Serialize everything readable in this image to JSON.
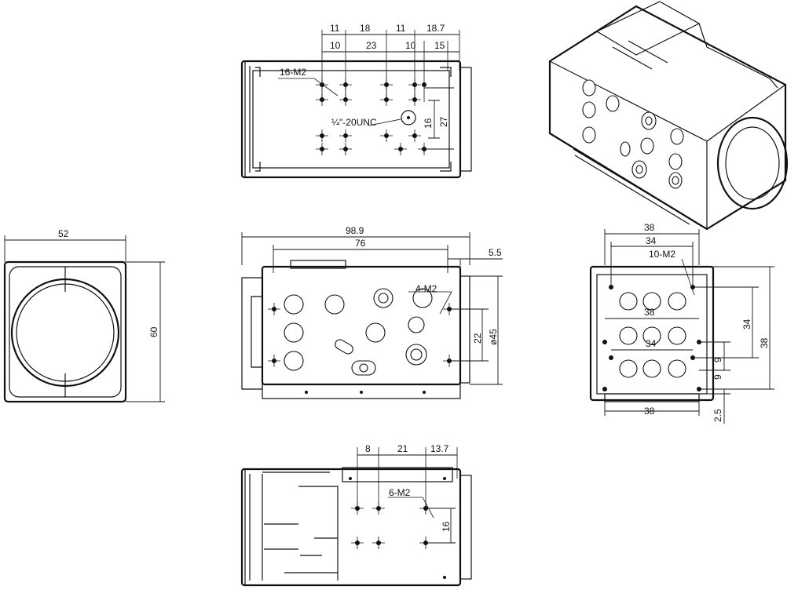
{
  "top_view": {
    "dims_top": [
      "11",
      "18",
      "11",
      "18.7"
    ],
    "dims_second": [
      "10",
      "23",
      "10",
      "15"
    ],
    "thread_note": "16-M2",
    "mount_note": "¼\"-20UNC",
    "dim_16": "16",
    "dim_27": "27"
  },
  "front_view": {
    "width": "52",
    "height": "60"
  },
  "side_view": {
    "overall_length": "98.9",
    "body_length": "76",
    "flange": "5.5",
    "thread_note": "4-M2",
    "dim_22": "22",
    "lens_dia": "ø45"
  },
  "rear_view": {
    "w_38_top": "38",
    "w_34_top": "34",
    "thread_note": "10-M2",
    "w_38_mid": "38",
    "w_34_mid": "34",
    "w_38_bot": "38",
    "h_34": "34",
    "h_38": "38",
    "h_9a": "9",
    "h_9b": "9",
    "h_2_5": "2.5"
  },
  "bottom_view": {
    "dims_top": [
      "8",
      "21",
      "13.7"
    ],
    "thread_note": "6-M2",
    "dim_16": "16"
  }
}
